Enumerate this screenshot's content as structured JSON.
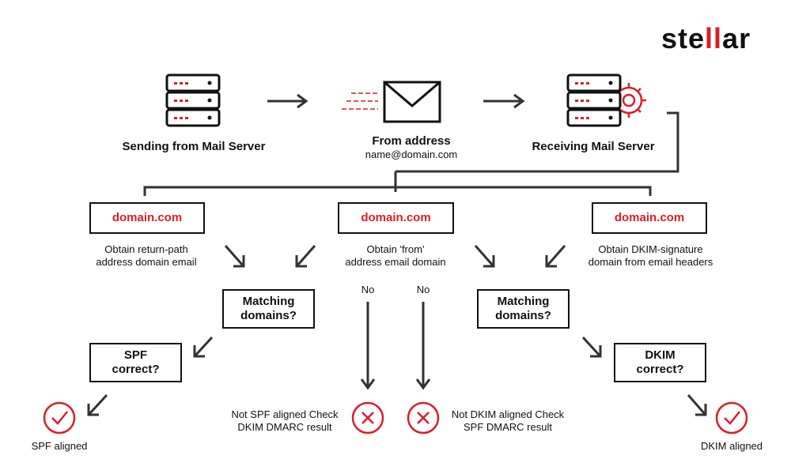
{
  "brand": {
    "logo_prefix": "ste",
    "logo_mark": "ll",
    "logo_suffix": "ar",
    "accent": "#d81f26"
  },
  "top": {
    "sending_label": "Sending from Mail Server",
    "from_label": "From address",
    "from_email": "name@domain.com",
    "receiving_label": "Receiving Mail Server"
  },
  "domains": {
    "left": "domain.com",
    "center": "domain.com",
    "right": "domain.com"
  },
  "obtain": {
    "left": "Obtain return-path\naddress domain email",
    "center": "Obtain 'from'\naddress email domain",
    "right": "Obtain DKIM-signature\ndomain from email headers"
  },
  "match": {
    "left": "Matching\ndomains?",
    "right": "Matching\ndomains?"
  },
  "checks": {
    "spf": "SPF\ncorrect?",
    "dkim": "DKIM\ncorrect?"
  },
  "no_labels": {
    "left": "No",
    "right": "No"
  },
  "results": {
    "spf_aligned": "SPF aligned",
    "not_spf": "Not SPF aligned Check\nDKIM DMARC result",
    "not_dkim": "Not DKIM aligned Check\nSPF DMARC result",
    "dkim_aligned": "DKIM aligned"
  }
}
